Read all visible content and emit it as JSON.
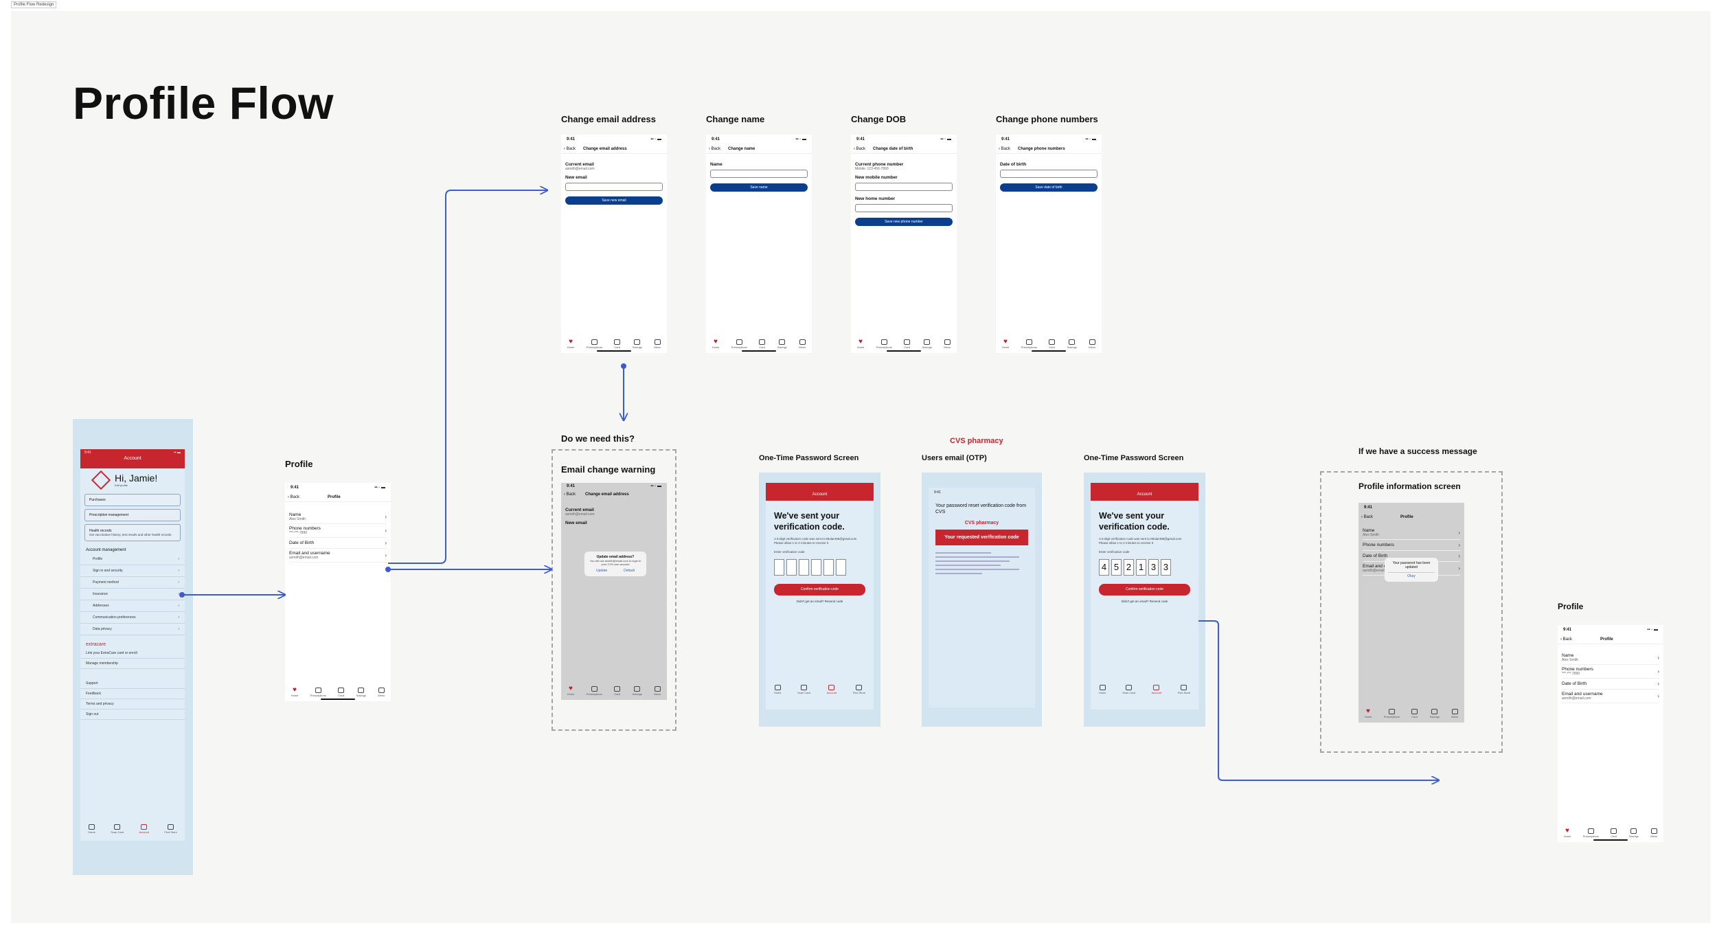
{
  "file_tag": "Profile Flow Redesign",
  "page_title": "Profile Flow",
  "labels": {
    "change_email": "Change email address",
    "change_name": "Change name",
    "change_dob": "Change DOB",
    "change_phone": "Change phone numbers",
    "profile": "Profile",
    "do_we_need": "Do we need this?",
    "email_warning": "Email change warning",
    "otp1": "One-Time Password Screen",
    "cvs_logo": "CVS pharmacy",
    "users_email": "Users email (OTP)",
    "otp2": "One-Time Password Screen",
    "success_q": "If we have a success message",
    "profile_info": "Profile information screen",
    "profile_final": "Profile"
  },
  "status_time": "9:41",
  "nav": {
    "back": "Back",
    "change_email": "Change email address",
    "change_name": "Change name",
    "change_dob": "Change date of birth",
    "change_phone": "Change phone numbers",
    "profile": "Profile",
    "account": "Account"
  },
  "email_screen": {
    "current_label": "Current email",
    "current_value": "asmith@email.com",
    "new_label": "New email",
    "button": "Save new email"
  },
  "name_screen": {
    "label": "Name",
    "button": "Save name"
  },
  "dob_screen": {
    "current_label": "Current phone number",
    "current_value": "Mobile: 123-456-7890",
    "mobile_label": "New mobile number",
    "home_label": "New home number",
    "button": "Save new phone number"
  },
  "phone_screen": {
    "label": "Date of birth",
    "button": "Save date of birth"
  },
  "tabs": [
    "Home",
    "Prescriptions",
    "Card",
    "Savings",
    "Menu"
  ],
  "profile_rows": [
    {
      "title": "Name",
      "sub": "Alex Smith"
    },
    {
      "title": "Phone numbers",
      "sub": "***-***-7890"
    },
    {
      "title": "Date of Birth",
      "sub": ""
    },
    {
      "title": "Email and username",
      "sub": "asmith@email.com"
    }
  ],
  "account": {
    "greeting": "Hi, Jamie!",
    "edit": "Edit profile",
    "cards": [
      "Purchases",
      "Prescription management",
      "Health records"
    ],
    "health_sub": "Get vaccination history, test results and other health records",
    "section": "Account management",
    "items": [
      "Profile",
      "Sign in and security",
      "Payment method",
      "Insurance",
      "Addresses",
      "Communication preferences",
      "Data privacy"
    ],
    "extracare": "extracare",
    "extra_items": [
      "Link your ExtraCare card or enroll",
      "Manage membership"
    ],
    "footer_items": [
      "Support",
      "Feedback",
      "Terms and privacy",
      "Sign out"
    ],
    "tabs": [
      "Home",
      "Scan Card",
      "Account",
      "Find Store"
    ]
  },
  "modal_email": {
    "title": "Update email address?",
    "body": "You will use asmith@email.com to login to your CVS.com account",
    "update": "Update",
    "default": "Default"
  },
  "otp": {
    "title": "We've sent your verification code.",
    "line1": "A 6-digit verification code was sent to Mtolar496@gmail.com",
    "line2": "Please allow 1 to 2 minutes to receive it",
    "code_label": "Enter verification code",
    "button": "Confirm verification code",
    "resend": "Didn't get an email? Resend code",
    "digits": [
      "4",
      "5",
      "2",
      "1",
      "3",
      "3"
    ]
  },
  "email_otp": {
    "subject": "Your password reset verification code from CVS",
    "banner": "Your requested verification code",
    "brand": "CVS pharmacy"
  },
  "success_modal": {
    "text": "Your password has been updated",
    "ok": "Okay"
  },
  "colors": {
    "accent": "#3b5bd6",
    "cvs_red": "#c8262e",
    "navy": "#0a3f8f"
  }
}
